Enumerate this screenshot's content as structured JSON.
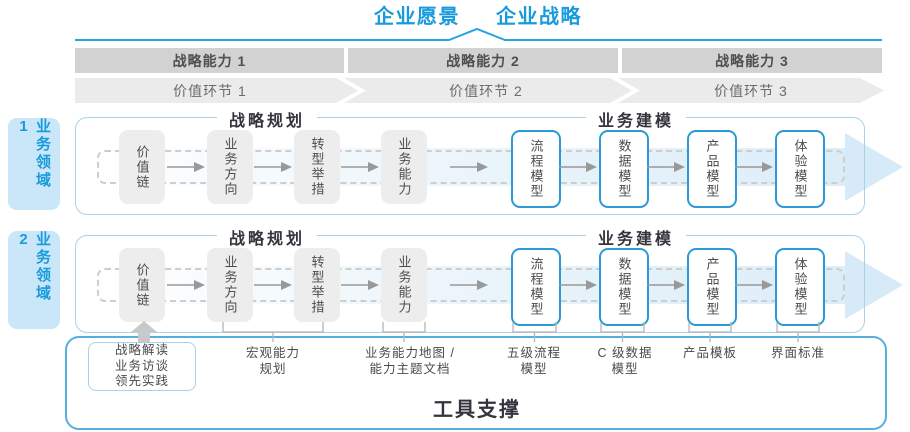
{
  "header": {
    "vision_label": "企业愿景",
    "strategy_label": "企业战略"
  },
  "capability_bar": {
    "items": [
      "战略能力 1",
      "战略能力 2",
      "战略能力 3"
    ]
  },
  "value_chain_bar": {
    "items": [
      "价值环节 1",
      "价值环节 2",
      "价值环节 3"
    ]
  },
  "domain_labels": [
    "业务领域 1",
    "业务领域 2"
  ],
  "band": {
    "planning_header": "战略规划",
    "modeling_header": "业务建模",
    "boxes": [
      {
        "label": "价值链",
        "variant": "gray"
      },
      {
        "label": "业务方向",
        "variant": "gray"
      },
      {
        "label": "转型举措",
        "variant": "gray"
      },
      {
        "label": "业务能力",
        "variant": "gray"
      },
      {
        "label": "流程模型",
        "variant": "blue"
      },
      {
        "label": "数据模型",
        "variant": "blue"
      },
      {
        "label": "产品模型",
        "variant": "blue"
      },
      {
        "label": "体验模型",
        "variant": "blue"
      }
    ]
  },
  "inputs_box": {
    "lines": [
      "战略解读",
      "业务访谈",
      "领先实践"
    ]
  },
  "annotations": [
    {
      "line1": "宏观能力",
      "line2": "规划"
    },
    {
      "line1": "业务能力地图 /",
      "line2": "能力主题文档"
    },
    {
      "line1": "五级流程",
      "line2": "模型"
    },
    {
      "line1": "C 级数据",
      "line2": "模型"
    },
    {
      "line1": "产品模板",
      "line2": ""
    },
    {
      "line1": "界面标准",
      "line2": ""
    }
  ],
  "tool_support_label": "工具支撑",
  "colors": {
    "accent_blue": "#189bdd",
    "domain_label_fill": "#c9e7f8",
    "band_border": "#a9d2ea",
    "blue_box_border": "#2b9ad7",
    "capability_bar_fill": "#d2d2d2",
    "value_band_fill": "#ebebeb",
    "flow_arrow_gray": "#999999",
    "big_arrow_fill": "#d7eaf7",
    "tool_frame_border": "#56aede"
  }
}
